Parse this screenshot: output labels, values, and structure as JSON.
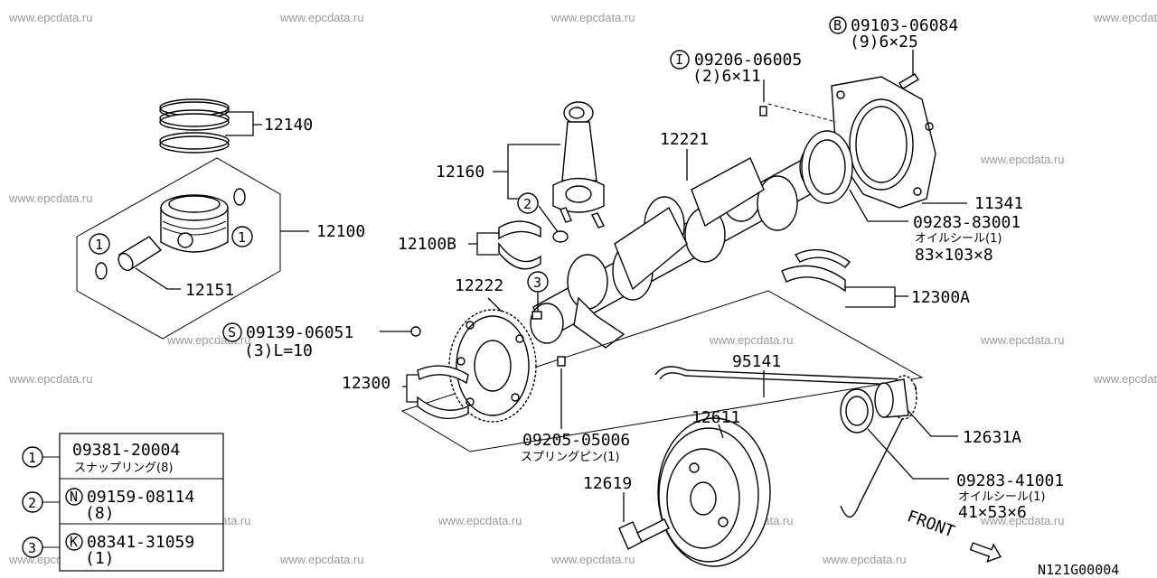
{
  "watermark": "www.epcdata.ru",
  "diagram_code": "N121G00004",
  "front_label": "FRONT",
  "parts": {
    "p12140": "12140",
    "p12100": "12100",
    "p12151": "12151",
    "p12160": "12160",
    "p12100B": "12100B",
    "p12221": "12221",
    "p12222": "12222",
    "p11341": "11341",
    "p12300A": "12300A",
    "p12300": "12300",
    "p95141": "95141",
    "p12611": "12611",
    "p12619": "12619",
    "p12631A": "12631A"
  },
  "callouts": {
    "b_code": "09103-06084",
    "b_qty": "(9)6×25",
    "b_marker": "B",
    "i_code": "09206-06005",
    "i_qty": "(2)6×11",
    "i_marker": "I",
    "s_code": "09139-06051",
    "s_qty": "(3)L=10",
    "s_marker": "S",
    "seal1_code": "09283-83001",
    "seal1_name": "オイルシール(1)",
    "seal1_size": "83×103×8",
    "pin_code": "09205-05006",
    "pin_name": "スプリングピン(1)",
    "seal2_code": "09283-41001",
    "seal2_name": "オイルシール(1)",
    "seal2_size": "41×53×6"
  },
  "refs": {
    "r1": "1",
    "r2": "2",
    "r3": "3"
  },
  "legend": [
    {
      "num": "1",
      "code": "09381-20004",
      "desc": "スナップリング(8)",
      "marker": ""
    },
    {
      "num": "2",
      "code": "09159-08114",
      "desc": "(8)",
      "marker": "N"
    },
    {
      "num": "3",
      "code": "08341-31059",
      "desc": "(1)",
      "marker": "K"
    }
  ]
}
